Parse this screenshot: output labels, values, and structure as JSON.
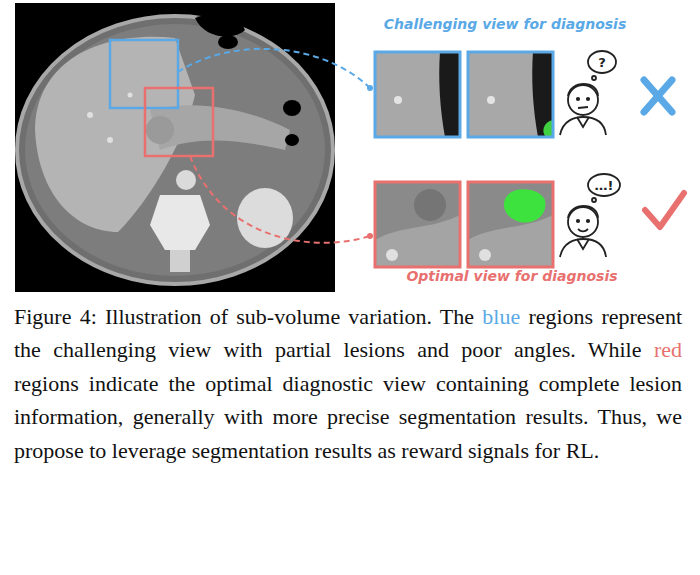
{
  "diagram": {
    "caption": "Figure 4: Illustration of sub-volume variation. The blue regions represent the challenging view with partial lesions and poor angles. While red regions indicate the optimal diagnostic view containing complete lesion information, generally with more precise segmentation results. Thus, we propose to leverage segmentation results as reward signals for RL.",
    "labels": [
      "Challenging view for diagnosis",
      "Optimal view for diagnosis",
      "?",
      "…!"
    ]
  }
}
